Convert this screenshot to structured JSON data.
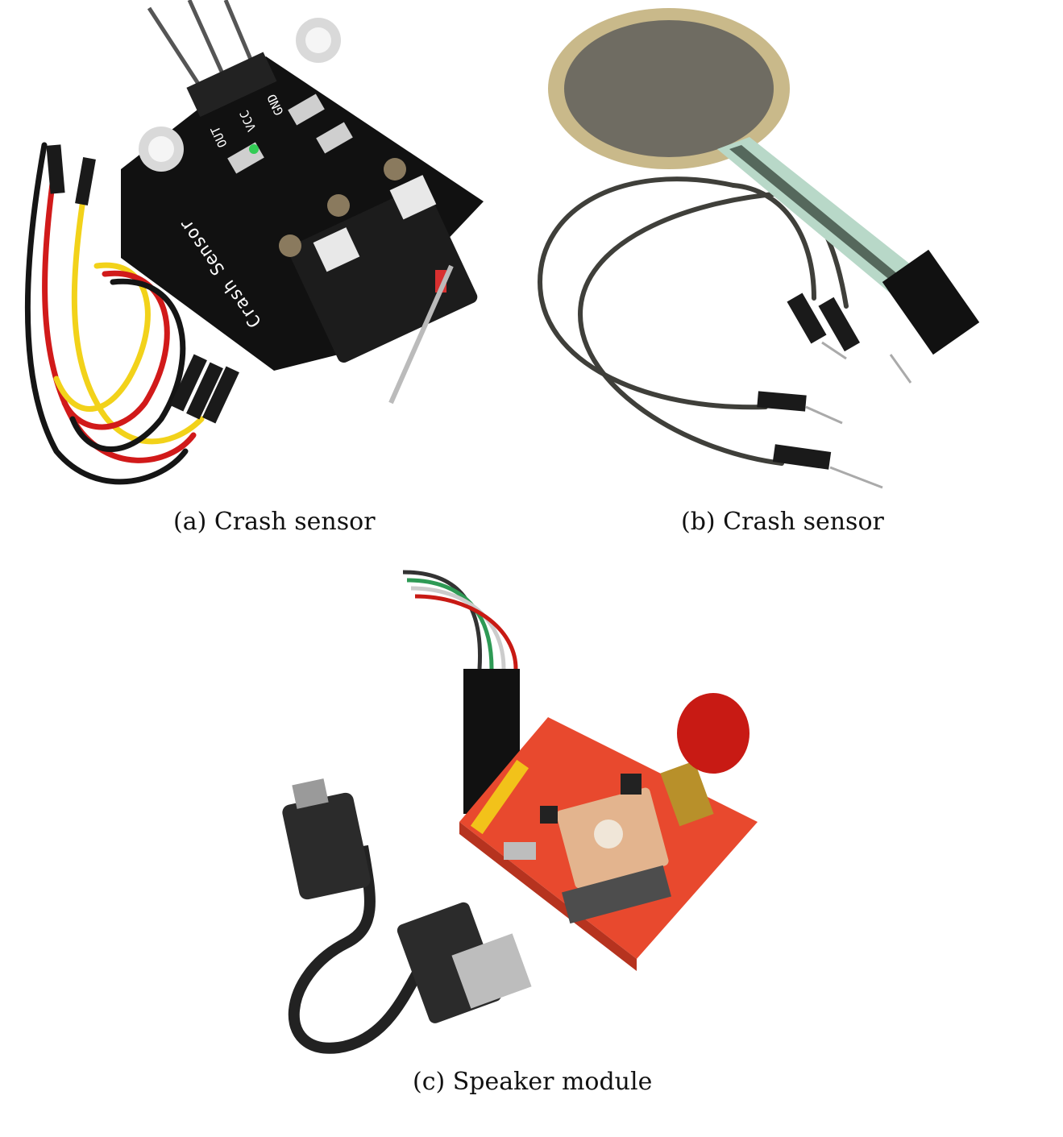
{
  "figure": {
    "panels": [
      {
        "id": "a",
        "caption": "(a) Crash sensor",
        "board_text": "Crash Sensor",
        "pin_labels": [
          "OUT",
          "VCC",
          "GND"
        ],
        "colors": {
          "board": "#111111",
          "wire_red": "#d11a1a",
          "wire_yellow": "#f2d21a",
          "wire_black": "#151515"
        }
      },
      {
        "id": "b",
        "caption": "(b) Crash sensor",
        "colors": {
          "disc": "#6f6c62",
          "ring": "#c9b98a",
          "wire": "#3f3f3a"
        }
      },
      {
        "id": "c",
        "caption": "(c) Speaker module",
        "colors": {
          "board": "#e8492e",
          "antenna": "#c81a14",
          "module": "#e3b48e",
          "cable": "#222222"
        }
      }
    ]
  }
}
